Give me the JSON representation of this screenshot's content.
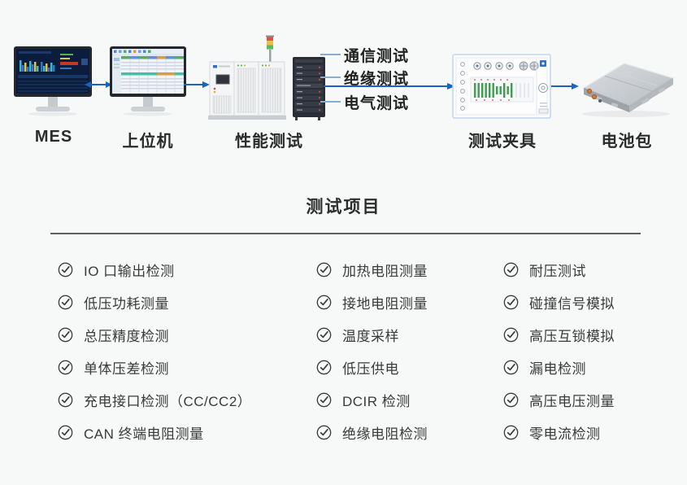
{
  "flow": {
    "nodes": [
      {
        "label": "MES",
        "illustration": "monitor-dashboard"
      },
      {
        "label": "上位机",
        "illustration": "monitor-table"
      },
      {
        "label": "性能测试",
        "illustration": "test-cabinet-and-rack"
      },
      {
        "label": "测试夹具",
        "illustration": "test-fixture-panel"
      },
      {
        "label": "电池包",
        "illustration": "battery-pack"
      }
    ],
    "callouts": [
      "通信测试",
      "绝缘测试",
      "电气测试"
    ]
  },
  "section": {
    "title": "测试项目"
  },
  "test_items": {
    "col1": [
      "IO 口输出检测",
      "低压功耗测量",
      "总压精度检测",
      "单体压差检测",
      "充电接口检测（CC/CC2）",
      "CAN 终端电阻测量"
    ],
    "col2": [
      "加热电阻测量",
      "接地电阻测量",
      "温度采样",
      "低压供电",
      "DCIR 检测",
      "绝缘电阻检测"
    ],
    "col3": [
      "耐压测试",
      "碰撞信号模拟",
      "高压互锁模拟",
      "漏电检测",
      "高压电压测量",
      "零电流检测"
    ],
    "item_icon": "check-circle-icon"
  },
  "icons": {
    "check-circle-icon": "✓ in ○",
    "arrow-both-icon": "↔",
    "arrow-right-icon": "→"
  },
  "colors": {
    "accent_blue": "#1765c1",
    "background": "#f7f8f8",
    "text_dark": "#2b2b2b"
  }
}
